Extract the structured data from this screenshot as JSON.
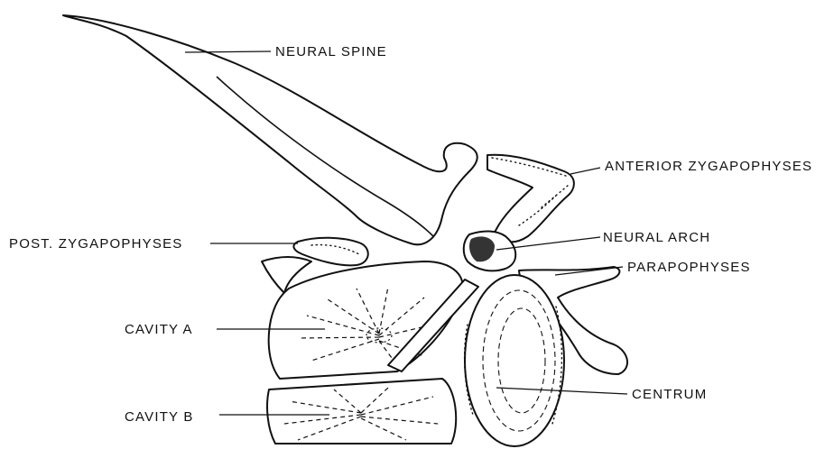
{
  "labels": {
    "neural_spine": "NEURAL SPINE",
    "anterior_zygapophyses": "ANTERIOR ZYGAPOPHYSES",
    "post_zygapophyses": "POST. ZYGAPOPHYSES",
    "neural_arch": "NEURAL ARCH",
    "parapophyses": "PARAPOPHYSES",
    "cavity_a": "CAVITY A",
    "cavity_b": "CAVITY B",
    "centrum": "CENTRUM"
  }
}
